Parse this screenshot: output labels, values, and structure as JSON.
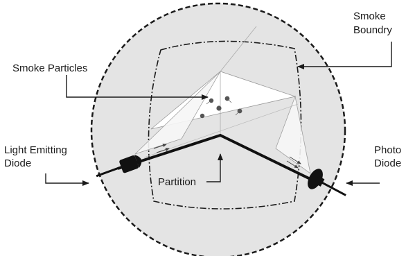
{
  "labels": {
    "smoke_boundary_line1": "Smoke",
    "smoke_boundary_line2": "Boundry",
    "smoke_particles": "Smoke Particles",
    "led_line1": "Light Emitting",
    "led_line2": "Diode",
    "partition": "Partition",
    "photo_line1": "Photo",
    "photo_line2": "Diode"
  },
  "colors": {
    "chamber_fill": "#e4e4e4",
    "outline": "#1a1a1a",
    "beam_fill": "#ffffff"
  }
}
